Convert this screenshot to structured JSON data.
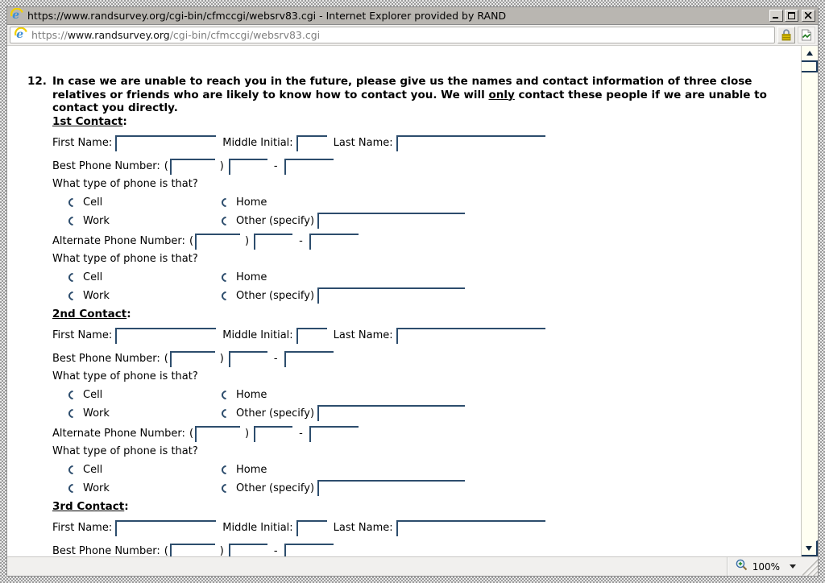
{
  "window": {
    "title": "https://www.randsurvey.org/cgi-bin/cfmccgi/websrv83.cgi - Internet Explorer provided by RAND"
  },
  "address_bar": {
    "url_scheme": "https://",
    "url_domain": "www.randsurvey.org",
    "url_path": "/cgi-bin/cfmccgi/websrv83.cgi"
  },
  "question": {
    "number": "12.",
    "text_part1": "In case we are unable to reach you in the future, please give us the names and contact information of three close relatives or friends who are likely to know how to contact you. We will ",
    "text_underlined": "only",
    "text_part2": " contact these people if we are unable to contact you directly."
  },
  "labels": {
    "first_name": "First Name:",
    "middle_initial": "Middle Initial:",
    "last_name": "Last Name:",
    "best_phone": "Best Phone Number:",
    "alternate_phone": "Alternate Phone Number:",
    "phone_type_question": "What type of phone is that?",
    "cell": "Cell",
    "home": "Home",
    "work": "Work",
    "other": "Other (specify)"
  },
  "punct": {
    "colon": ":",
    "open_paren": "(",
    "close_paren": ")",
    "dash": "-"
  },
  "contacts": [
    {
      "heading": "1st Contact"
    },
    {
      "heading": "2nd Contact"
    },
    {
      "heading": "3rd Contact"
    }
  ],
  "status_bar": {
    "zoom_level": "100%"
  },
  "colors": {
    "input_border": "#2d4d6d",
    "scrollbar_face": "#fffff2",
    "scrollbar_accent": "#1f3d5c",
    "titlebar": "#b9b6b1",
    "lock_gold": "#d8b900",
    "compat_green": "#1e7a1e"
  }
}
